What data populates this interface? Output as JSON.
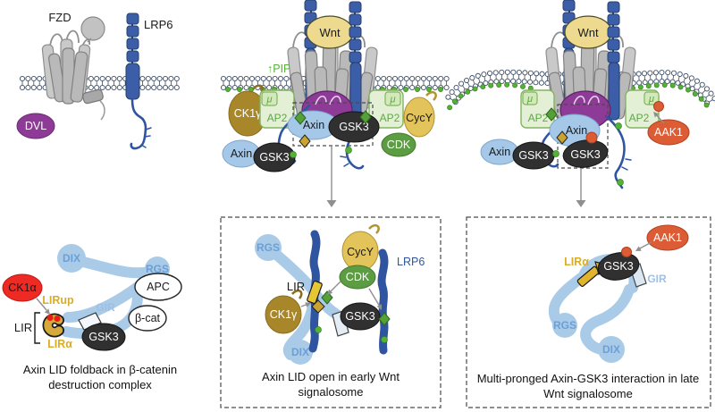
{
  "figure": {
    "top_left": {
      "fzd": "FZD",
      "lrp6": "LRP6",
      "dvl": "DVL"
    },
    "top_middle": {
      "wnt": "Wnt",
      "pip2": "↑PIP2",
      "ck1g": "CK1γ",
      "ap2_left": "AP2",
      "mu_left": "μ",
      "ap2_right": "AP2",
      "mu_right": "μ",
      "cycy": "CycY",
      "cdk": "CDK",
      "axin_complex": "Axin",
      "gsk3_complex": "GSK3",
      "axin_free": "Axin",
      "gsk3_free": "GSK3"
    },
    "top_right": {
      "wnt": "Wnt",
      "ap2_left": "AP2",
      "mu_left": "μ",
      "ap2_right": "AP2",
      "mu_right": "μ",
      "aak1": "AAK1",
      "axin_complex": "Axin",
      "gsk3_complex": "GSK3",
      "axin_free": "Axin",
      "gsk3_free": "GSK3"
    },
    "bottom_left": {
      "ck1a": "CK1α",
      "lirup": "LIRup",
      "lir": "LIR",
      "lira": "LIRα",
      "gir": "GIR",
      "gsk3": "GSK3",
      "apc": "APC",
      "bcat": "β-cat",
      "dix": "DIX",
      "rgs": "RGS",
      "caption1": "Axin LID foldback in β-catenin",
      "caption2": "destruction complex"
    },
    "bottom_middle": {
      "rgs": "RGS",
      "dix": "DIX",
      "cycy": "CycY",
      "cdk": "CDK",
      "lrp6": "LRP6",
      "lir": "LIR",
      "ck1g": "CK1γ",
      "gsk3": "GSK3",
      "caption1": "Axin LID open in early Wnt",
      "caption2": "signalosome"
    },
    "bottom_right": {
      "aak1": "AAK1",
      "lira": "LIRα",
      "gsk3": "GSK3",
      "gir": "GIR",
      "rgs": "RGS",
      "dix": "DIX",
      "caption1": "Multi-pronged Axin-GSK3 interaction in late",
      "caption2": "Wnt signalosome"
    }
  },
  "colors": {
    "axin_blue": "#a5c8e8",
    "band_blue": "#a9cbe8",
    "lrp6_blue": "#31549f",
    "gsk3_dark": "#303030",
    "dvl_purple": "#8e3b97",
    "wnt_yellow": "#eeda8f",
    "ck1g_gold": "#a8872b",
    "cycy_yellow": "#e3c45b",
    "cdk_green": "#5c9c42",
    "aak1_orange": "#dc5c35",
    "ck1a_red": "#ee2a24",
    "ap2_fill": "#e3f0d6",
    "ap2_stroke": "#82b45e",
    "pip2_green": "#52b335",
    "membrane": "#3d4e66",
    "gold": "#d9ad27",
    "label_blue": "#6b9fd6"
  }
}
